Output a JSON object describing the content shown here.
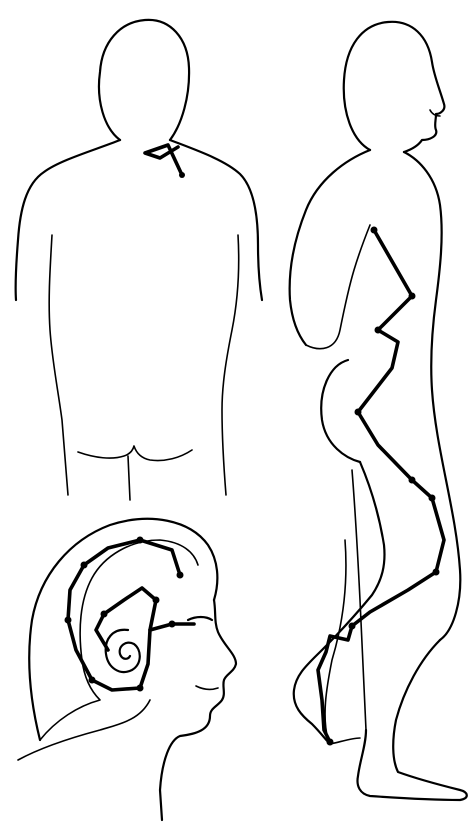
{
  "diagram": {
    "figures": [
      "back-view-figure",
      "side-view-figure",
      "head-profile-figure"
    ],
    "line_color": "#000000",
    "background_color": "#ffffff"
  }
}
